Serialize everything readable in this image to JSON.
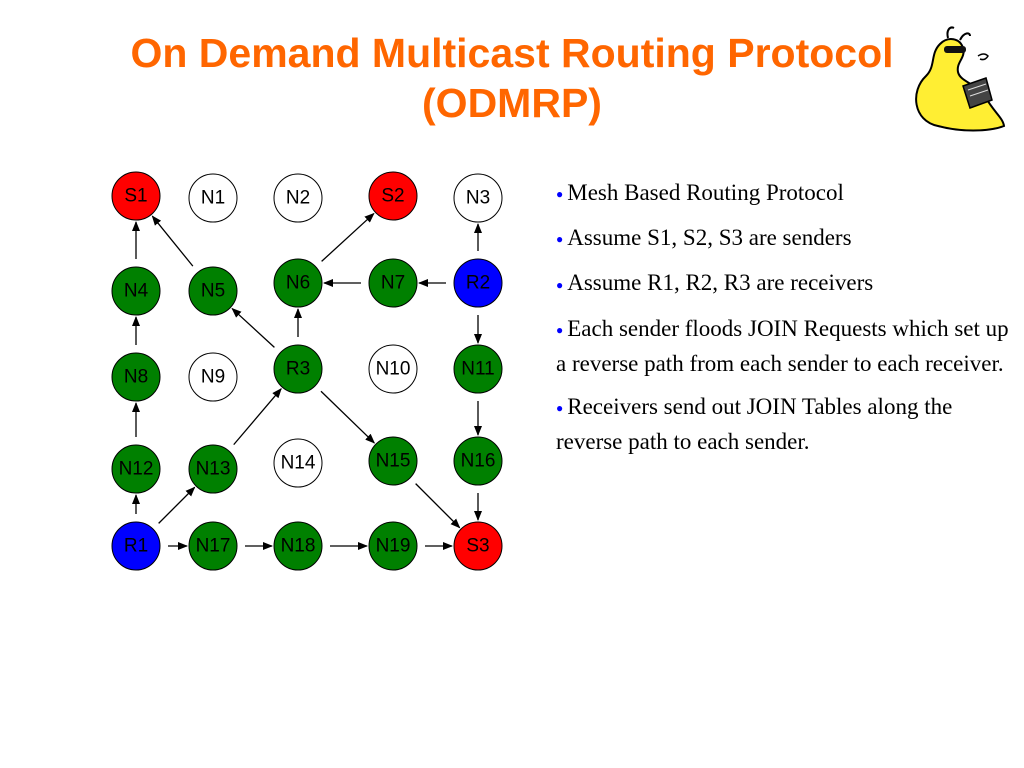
{
  "title": {
    "line1": "On Demand Multicast Routing Protocol",
    "line2": "(ODMRP)"
  },
  "logo": {
    "icon": "cartoon-slug-reading-logo",
    "color": "#ffee33"
  },
  "colors": {
    "title": "#ff6600",
    "sender": "#ff0000",
    "receiver": "#0000ff",
    "forwarding": "#008000",
    "idle": "#ffffff",
    "bullet_dot": "#0000ff"
  },
  "diagram": {
    "nodes": [
      {
        "id": "S1",
        "label": "S1",
        "role": "sender"
      },
      {
        "id": "N1",
        "label": "N1",
        "role": "idle"
      },
      {
        "id": "N2",
        "label": "N2",
        "role": "idle"
      },
      {
        "id": "S2",
        "label": "S2",
        "role": "sender"
      },
      {
        "id": "N3",
        "label": "N3",
        "role": "idle"
      },
      {
        "id": "N4",
        "label": "N4",
        "role": "forwarding"
      },
      {
        "id": "N5",
        "label": "N5",
        "role": "forwarding"
      },
      {
        "id": "N6",
        "label": "N6",
        "role": "forwarding"
      },
      {
        "id": "N7",
        "label": "N7",
        "role": "forwarding"
      },
      {
        "id": "R2",
        "label": "R2",
        "role": "receiver"
      },
      {
        "id": "N8",
        "label": "N8",
        "role": "forwarding"
      },
      {
        "id": "N9",
        "label": "N9",
        "role": "idle"
      },
      {
        "id": "R3",
        "label": "R3",
        "role": "forwarding"
      },
      {
        "id": "N10",
        "label": "N10",
        "role": "idle"
      },
      {
        "id": "N11",
        "label": "N11",
        "role": "forwarding"
      },
      {
        "id": "N12",
        "label": "N12",
        "role": "forwarding"
      },
      {
        "id": "N13",
        "label": "N13",
        "role": "forwarding"
      },
      {
        "id": "N14",
        "label": "N14",
        "role": "idle"
      },
      {
        "id": "N15",
        "label": "N15",
        "role": "forwarding"
      },
      {
        "id": "N16",
        "label": "N16",
        "role": "forwarding"
      },
      {
        "id": "R1",
        "label": "R1",
        "role": "receiver"
      },
      {
        "id": "N17",
        "label": "N17",
        "role": "forwarding"
      },
      {
        "id": "N18",
        "label": "N18",
        "role": "forwarding"
      },
      {
        "id": "N19",
        "label": "N19",
        "role": "forwarding"
      },
      {
        "id": "S3",
        "label": "S3",
        "role": "sender"
      }
    ],
    "edges": [
      {
        "from": "N4",
        "to": "S1"
      },
      {
        "from": "N5",
        "to": "S1"
      },
      {
        "from": "N8",
        "to": "N4"
      },
      {
        "from": "N12",
        "to": "N8"
      },
      {
        "from": "R1",
        "to": "N12"
      },
      {
        "from": "R1",
        "to": "N13"
      },
      {
        "from": "R1",
        "to": "N17"
      },
      {
        "from": "N17",
        "to": "N18"
      },
      {
        "from": "N18",
        "to": "N19"
      },
      {
        "from": "N19",
        "to": "S3"
      },
      {
        "from": "N13",
        "to": "R3"
      },
      {
        "from": "R3",
        "to": "N6"
      },
      {
        "from": "R3",
        "to": "N5"
      },
      {
        "from": "R3",
        "to": "N15"
      },
      {
        "from": "N15",
        "to": "S3"
      },
      {
        "from": "N6",
        "to": "S2"
      },
      {
        "from": "N7",
        "to": "N6"
      },
      {
        "from": "R2",
        "to": "N7"
      },
      {
        "from": "R2",
        "to": "N3"
      },
      {
        "from": "R2",
        "to": "N11"
      },
      {
        "from": "N11",
        "to": "N16"
      },
      {
        "from": "N16",
        "to": "S3"
      }
    ]
  },
  "bullets": [
    "Mesh Based Routing Protocol",
    "Assume S1, S2, S3 are senders",
    "Assume R1, R2, R3 are receivers",
    "Each sender floods JOIN Requests which set up a reverse path from each sender to each receiver.",
    "Receivers send out JOIN Tables along the reverse path to each sender."
  ]
}
